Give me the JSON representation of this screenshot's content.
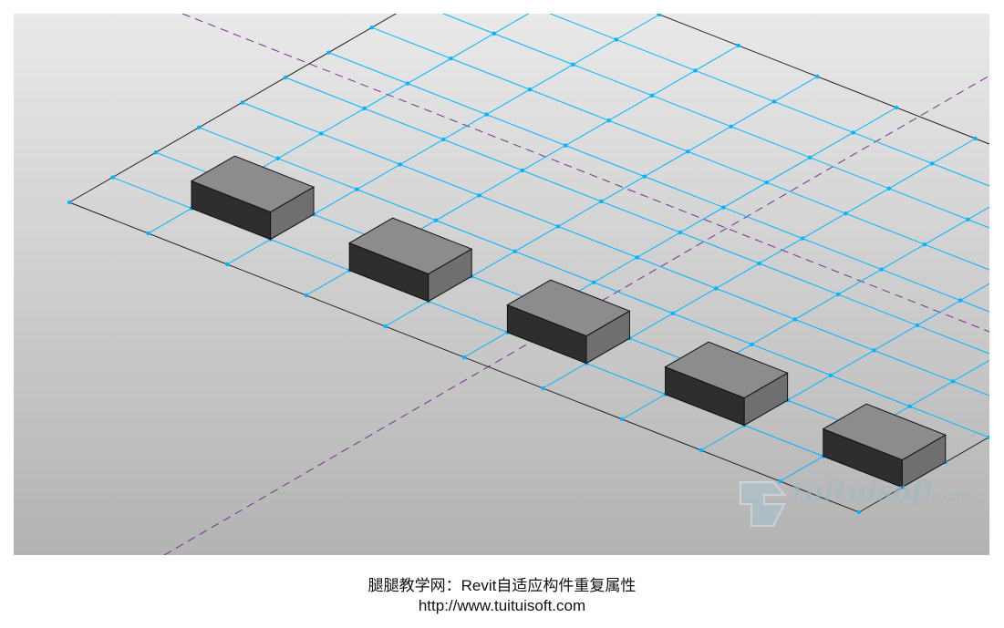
{
  "viewport": {
    "background_top": "#e9e9e9",
    "background_bottom": "#b3b3b3",
    "grid_color": "#00b4ff",
    "boundary_color": "#222222",
    "reference_line_color": "#7a2d8c",
    "box_top_color": "#8c8c8c",
    "box_front_color": "#2e2e2e",
    "box_side_color": "#6f6f6f",
    "box_count": 5
  },
  "watermark": {
    "name": "tuituisoft",
    "suffix": ".com"
  },
  "caption": {
    "title": "腿腿教学网：Revit自适应构件重复属性",
    "url": "http://www.tuituisoft.com"
  }
}
